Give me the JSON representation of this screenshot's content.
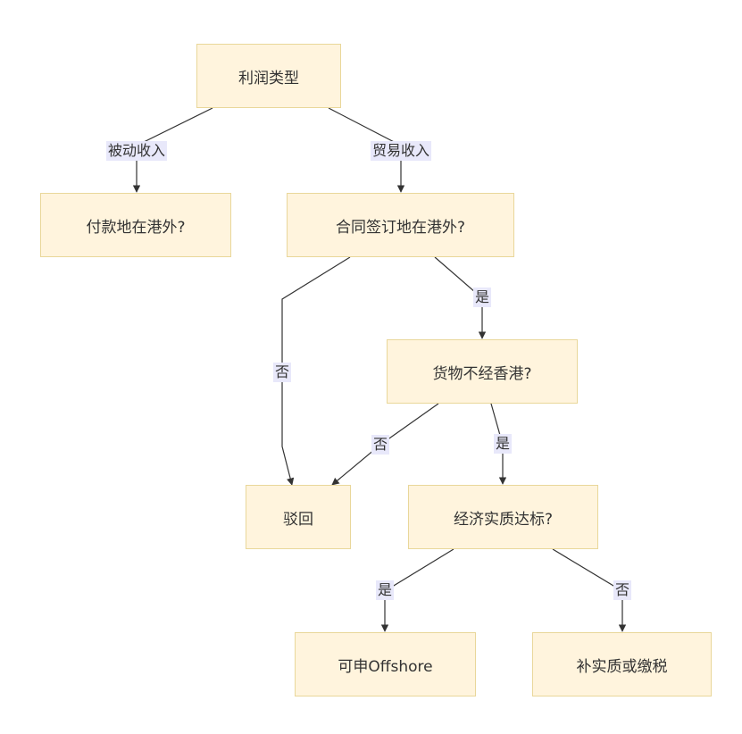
{
  "nodes": {
    "root": "利润类型",
    "payment": "付款地在港外?",
    "contract": "合同签订地在港外?",
    "goods": "货物不经香港?",
    "reject": "驳回",
    "substance": "经济实质达标?",
    "offshore": "可申Offshore",
    "supplement": "补实质或缴税"
  },
  "edges": {
    "passive": "被动收入",
    "trade": "贸易收入",
    "contract_yes": "是",
    "contract_no": "否",
    "goods_no": "否",
    "goods_yes": "是",
    "substance_yes": "是",
    "substance_no": "否"
  },
  "colors": {
    "node_fill": "#fff4dd",
    "node_border": "#e9d79a",
    "edge": "#333333",
    "label_bg": "#e8e8fa"
  }
}
